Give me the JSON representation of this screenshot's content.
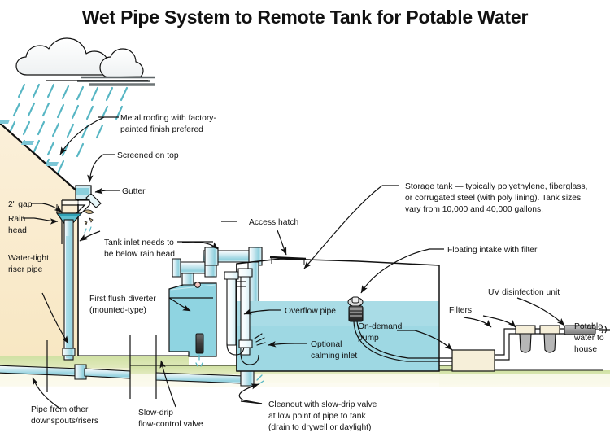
{
  "title": "Wet Pipe System to Remote Tank for Potable Water",
  "labels": {
    "metal_roofing_1": "Metal roofing with factory-",
    "metal_roofing_2": "painted finish prefered",
    "screened_on_top": "Screened on top",
    "gutter": "Gutter",
    "two_inch_gap": "2\" gap",
    "rain_head_1": "Rain",
    "rain_head_2": "head",
    "riser_pipe_1": "Water-tight",
    "riser_pipe_2": "riser pipe",
    "tank_inlet_1": "Tank inlet needs to",
    "tank_inlet_2": "be below rain head",
    "first_flush_1": "First flush diverter",
    "first_flush_2": "(mounted-type)",
    "access_hatch": "Access hatch",
    "storage_tank_1": "Storage tank — typically polyethylene, fiberglass,",
    "storage_tank_2": "or corrugated steel (with poly lining). Tank sizes",
    "storage_tank_3": "vary from 10,000 and 40,000 gallons.",
    "floating_intake": "Floating intake with filter",
    "overflow_pipe": "Overflow pipe",
    "calming_inlet_1": "Optional",
    "calming_inlet_2": "calming inlet",
    "on_demand_pump_1": "On-demand",
    "on_demand_pump_2": "pump",
    "uv_unit": "UV disinfection unit",
    "filters": "Filters",
    "potable_1": "Potable",
    "potable_2": "water to",
    "potable_3": "house",
    "pipe_from_other_1": "Pipe from other",
    "pipe_from_other_2": "downspouts/risers",
    "slow_drip_1": "Slow-drip",
    "slow_drip_2": "flow-control valve",
    "cleanout_1": "Cleanout with slow-drip valve",
    "cleanout_2": "at low point of pipe to tank",
    "cleanout_3": "(drain to drywell or daylight)"
  },
  "colors": {
    "water": "#9ed8e3",
    "water_light": "#bfe6ee",
    "pipe": "#b9e3ec",
    "pipe_dark": "#7cc6d6",
    "roof": "#faecd0",
    "ground_green": "#cfe0a2",
    "ground_yellow": "#f2efcf",
    "rain": "#57b6c4",
    "outline": "#111111",
    "metal": "#9a9a9a",
    "cream": "#f6efd9"
  }
}
